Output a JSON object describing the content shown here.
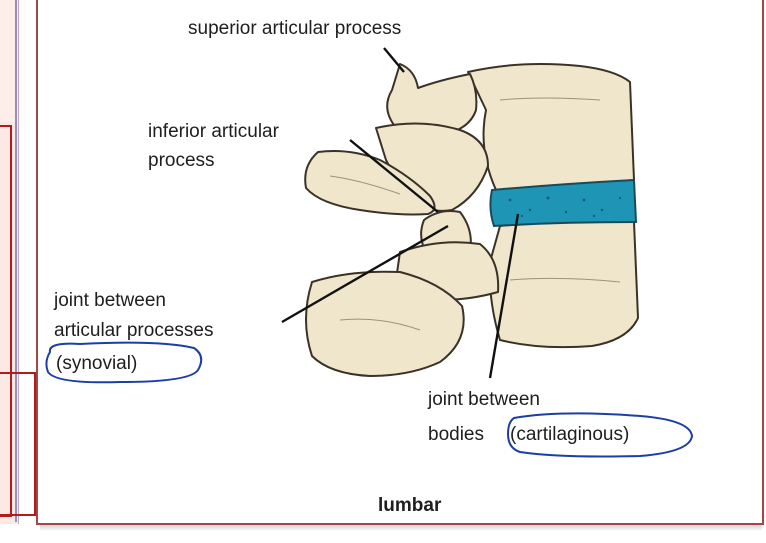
{
  "labels": {
    "superior": "superior articular process",
    "inferior_line1": "inferior articular",
    "inferior_line2": "process",
    "joint_ap_line1": "joint between",
    "joint_ap_line2": "articular processes",
    "joint_ap_line3": "(synovial)",
    "joint_bodies_line1": "joint between",
    "joint_bodies_line2_a": "bodies",
    "joint_bodies_line2_b": "(cartilaginous)",
    "caption": "lumbar"
  },
  "colors": {
    "bone": "#efe6cc",
    "bone_outline": "#3a3226",
    "disc": "#1f95b5",
    "annotation_ink": "#1b3fa6",
    "frame": "#a04848"
  }
}
